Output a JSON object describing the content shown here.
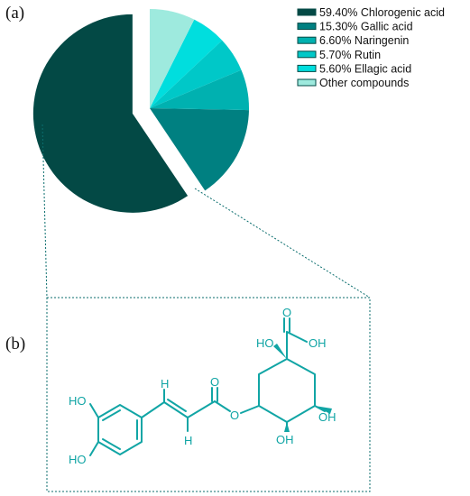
{
  "panel_labels": {
    "a": "(a)",
    "b": "(b)"
  },
  "colors": {
    "slices": [
      "#034945",
      "#008081",
      "#00b1b0",
      "#00c8c8",
      "#00dede",
      "#9eeade"
    ],
    "molecule": "#11a5a5",
    "zoom_lines": "#0b6e6e"
  },
  "chart_data": {
    "type": "pie",
    "title": "",
    "exploded_index": 0,
    "slices": [
      {
        "label": "Chlorogenic acid",
        "value": 59.4,
        "display": "59.40%"
      },
      {
        "label": "Gallic acid",
        "value": 15.3,
        "display": "15.30%"
      },
      {
        "label": "Naringenin",
        "value": 6.6,
        "display": "6.60%"
      },
      {
        "label": "Rutin",
        "value": 5.7,
        "display": "5.70%"
      },
      {
        "label": "Ellagic acid",
        "value": 5.6,
        "display": "5.60%"
      },
      {
        "label": "Other compounds",
        "value": 7.4,
        "display": ""
      }
    ],
    "legend_position": "top-right"
  },
  "molecule": {
    "labels": {
      "carbonyl_o": "O",
      "carboxyl_oh": "OH",
      "quaternary_ho": "HO",
      "ester_o": "O",
      "ester_carbonyl_o": "O",
      "vinyl_h_top": "H",
      "vinyl_h_bottom": "H",
      "ring_oh_right": "OH",
      "ring_oh_bottom": "OH",
      "catechol_ho_top": "HO",
      "catechol_ho_bottom": "HO"
    }
  }
}
